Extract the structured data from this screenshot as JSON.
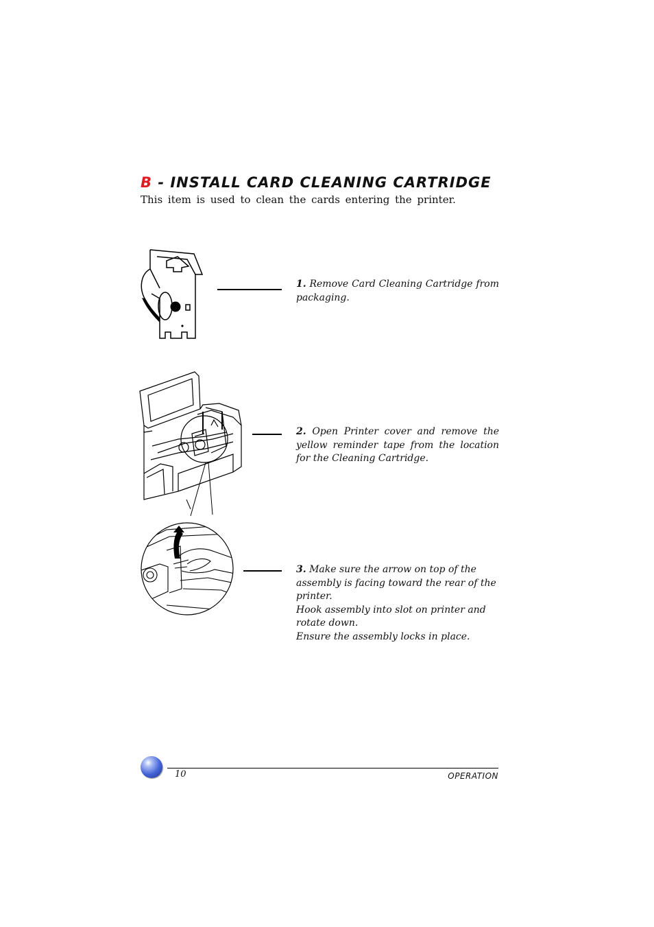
{
  "heading": {
    "letter": "B",
    "title": " - INSTALL CARD CLEANING CARTRIDGE"
  },
  "intro": "This item is used to clean the cards entering the printer.",
  "steps": [
    {
      "number": "1.",
      "text": " Remove Card Cleaning Cartridge from packaging."
    },
    {
      "number": "2.",
      "text": " Open Printer cover and remove the yellow reminder tape from the location for the Cleaning Cartridge."
    },
    {
      "number": "3.",
      "lines": [
        " Make sure the arrow on top of the assembly is facing toward the rear of the printer.",
        "Hook assembly into slot on printer and rotate down.",
        "Ensure the assembly locks in place."
      ]
    }
  ],
  "footer": {
    "page_number": "10",
    "section": "OPERATION"
  },
  "colors": {
    "accent": "#e11b22",
    "globe": "#4565d8"
  },
  "icons": [
    "cartridge-illustration",
    "printer-illustration",
    "hand-detail-illustration",
    "globe-icon"
  ]
}
